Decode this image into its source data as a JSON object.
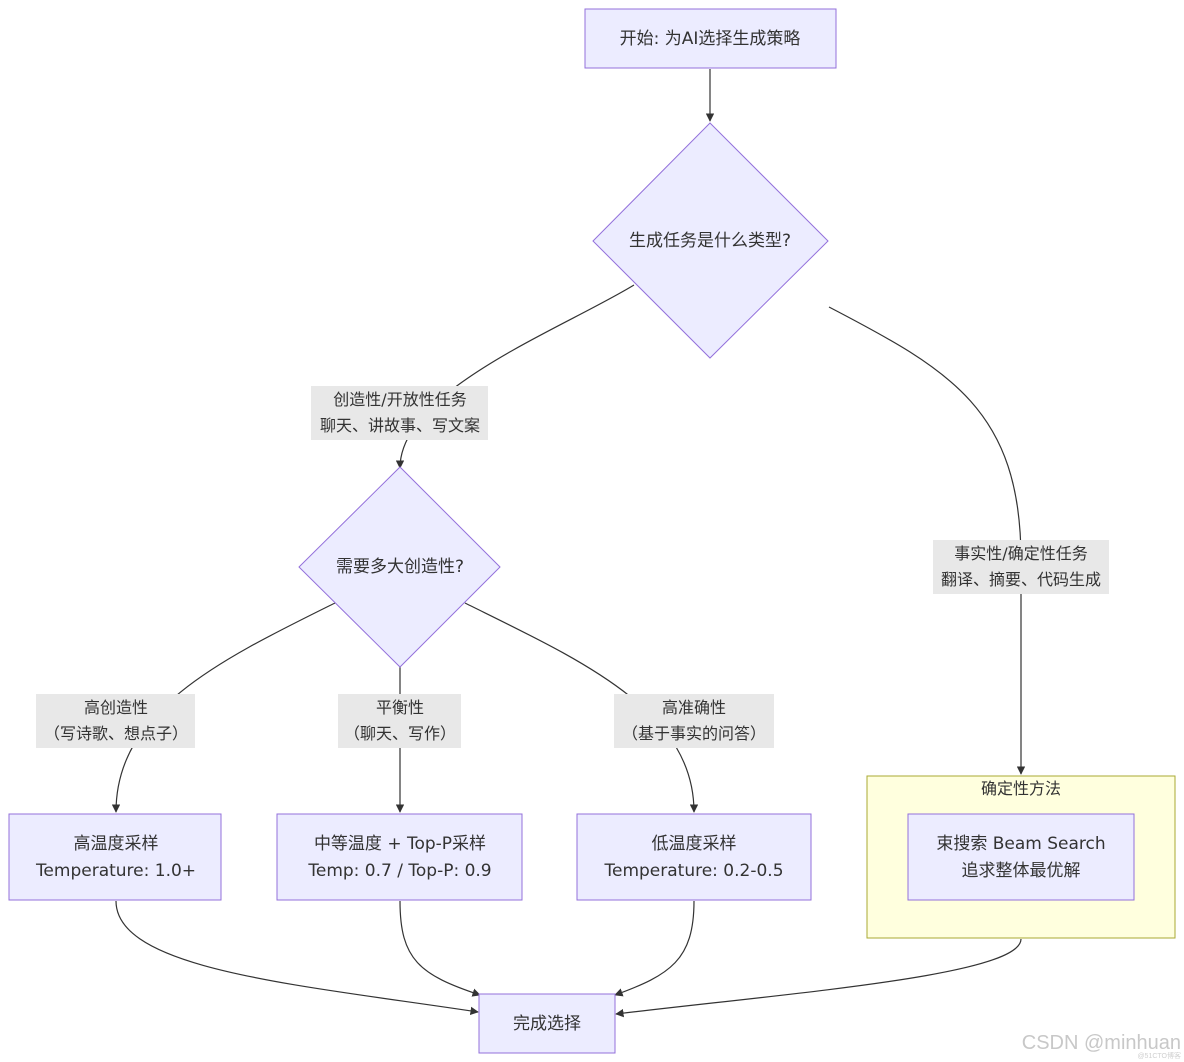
{
  "colors": {
    "node_fill": "#ECECFF",
    "node_stroke": "#9370DB",
    "edge": "#333333",
    "label_bg": "#E8E8E8",
    "cluster_fill": "#FFFFDE",
    "cluster_stroke": "#AAAA33"
  },
  "nodes": {
    "start": {
      "label": "开始: 为AI选择生成策略"
    },
    "task_type": {
      "label": "生成任务是什么类型?"
    },
    "creativity_level": {
      "label": "需要多大创造性?"
    },
    "high_temp": {
      "line1": "高温度采样",
      "line2": "Temperature: 1.0+"
    },
    "mid_temp": {
      "line1": "中等温度 + Top-P采样",
      "line2": "Temp: 0.7 / Top-P: 0.9"
    },
    "low_temp": {
      "line1": "低温度采样",
      "line2": "Temperature: 0.2-0.5"
    },
    "beam": {
      "line1": "束搜索 Beam Search",
      "line2": "追求整体最优解"
    },
    "done": {
      "label": "完成选择"
    }
  },
  "cluster": {
    "title": "确定性方法"
  },
  "edge_labels": {
    "creative": {
      "line1": "创造性/开放性任务",
      "line2": "聊天、讲故事、写文案"
    },
    "factual": {
      "line1": "事实性/确定性任务",
      "line2": "翻译、摘要、代码生成"
    },
    "high": {
      "line1": "高创造性",
      "line2": "（写诗歌、想点子）"
    },
    "balanced": {
      "line1": "平衡性",
      "line2": "（聊天、写作）"
    },
    "accurate": {
      "line1": "高准确性",
      "line2": "（基于事实的问答）"
    }
  },
  "watermark": {
    "main": "CSDN @minhuan",
    "small": "@51CTO博客"
  }
}
